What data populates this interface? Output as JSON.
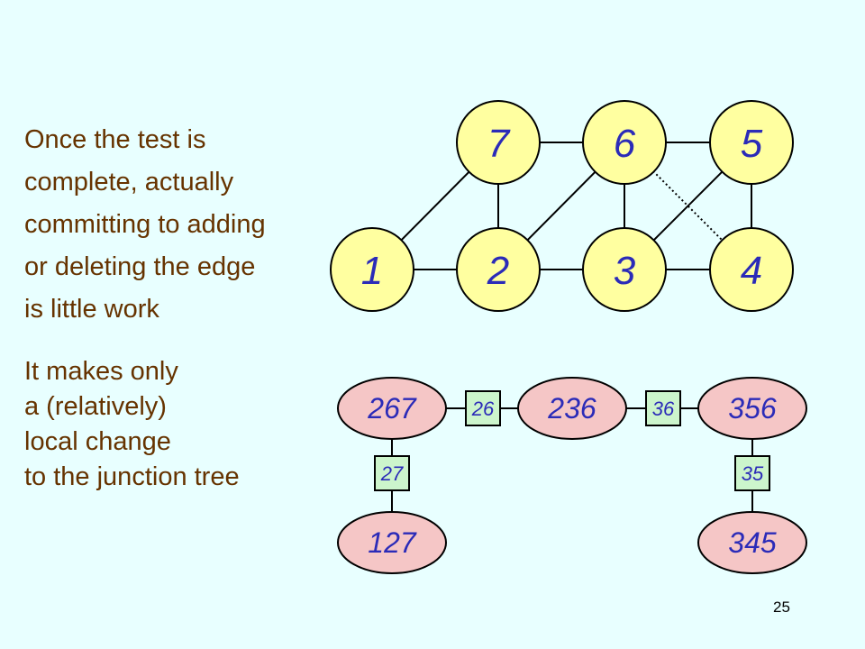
{
  "text": {
    "paragraph_1": [
      "Once the test is",
      "complete, actually",
      "committing to adding",
      "or deleting the edge",
      "is little work"
    ],
    "paragraph_2": [
      "It makes only",
      "a (relatively)",
      "local change",
      "to the junction tree"
    ]
  },
  "graph": {
    "nodes": [
      "7",
      "6",
      "5",
      "1",
      "2",
      "3",
      "4"
    ],
    "edges": [
      [
        "7",
        "6"
      ],
      [
        "6",
        "5"
      ],
      [
        "1",
        "2"
      ],
      [
        "2",
        "3"
      ],
      [
        "3",
        "4"
      ],
      [
        "1",
        "7"
      ],
      [
        "7",
        "2"
      ],
      [
        "2",
        "6"
      ],
      [
        "6",
        "3"
      ],
      [
        "3",
        "5"
      ],
      [
        "5",
        "4"
      ]
    ],
    "dotted_edge": [
      "6",
      "4"
    ]
  },
  "junction_tree": {
    "cliques": [
      "267",
      "236",
      "356",
      "127",
      "345"
    ],
    "separators": [
      "26",
      "36",
      "27",
      "35"
    ]
  },
  "page_number": "25",
  "colors": {
    "background": "#e8ffff",
    "text": "#663300",
    "graph_node_fill": "#ffffa0",
    "clique_fill": "#f5c6c6",
    "separator_fill": "#ccf5cc",
    "label": "#2b2bb8"
  }
}
